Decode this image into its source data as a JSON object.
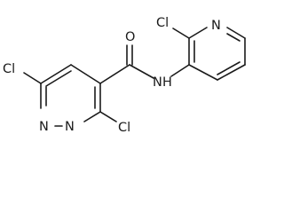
{
  "molecule": {
    "atoms": {
      "cl_left": "Cl",
      "n_pyridazine_1": "N",
      "n_pyridazine_2": "N",
      "cl_bottom": "Cl",
      "o_carbonyl": "O",
      "nh_amide": "N",
      "h_amide": "H",
      "cl_pyridine": "Cl",
      "n_pyridine": "N"
    }
  }
}
